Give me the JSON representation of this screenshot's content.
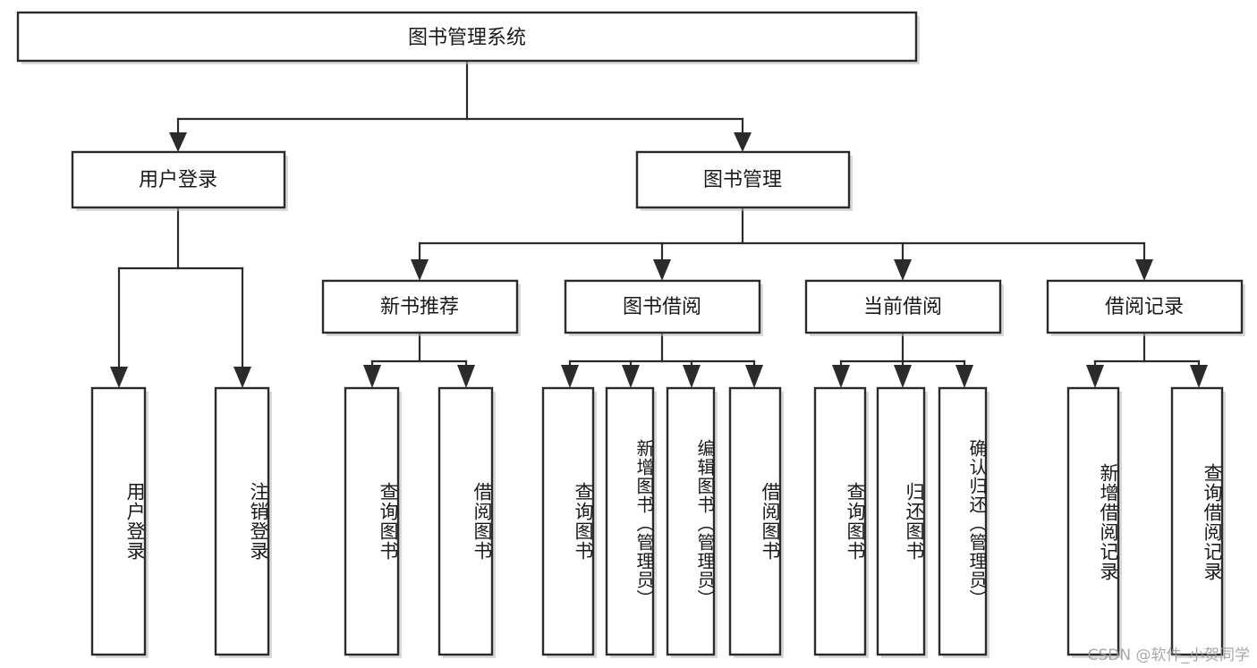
{
  "diagram": {
    "type": "tree",
    "title": "图书管理系统",
    "orientation": "top-down",
    "colors": {
      "box_fill": "#ffffff",
      "box_stroke": "#2b2b2b",
      "text": "#1a1a1a",
      "watermark": "#9a9a9a",
      "background": "#ffffff"
    },
    "root": {
      "label": "图书管理系统"
    },
    "level2": [
      {
        "label": "用户登录"
      },
      {
        "label": "图书管理"
      }
    ],
    "level3": [
      {
        "label": "新书推荐"
      },
      {
        "label": "图书借阅"
      },
      {
        "label": "当前借阅"
      },
      {
        "label": "借阅记录"
      }
    ],
    "leaves": {
      "user_login": [
        {
          "label": "用户登录"
        },
        {
          "label": "注销登录"
        }
      ],
      "new_book_recommend": [
        {
          "label": "查询图书"
        },
        {
          "label": "借阅图书"
        }
      ],
      "book_borrow": [
        {
          "label": "查询图书"
        },
        {
          "label": "新增图书（管理员）"
        },
        {
          "label": "编辑图书（管理员）"
        },
        {
          "label": "借阅图书"
        }
      ],
      "current_borrow": [
        {
          "label": "查询图书"
        },
        {
          "label": "归还图书"
        },
        {
          "label": "确认归还（管理员）"
        }
      ],
      "borrow_record": [
        {
          "label": "新增借阅记录"
        },
        {
          "label": "查询借阅记录"
        }
      ]
    },
    "watermark": "CSDN @软件_小贺同学"
  }
}
